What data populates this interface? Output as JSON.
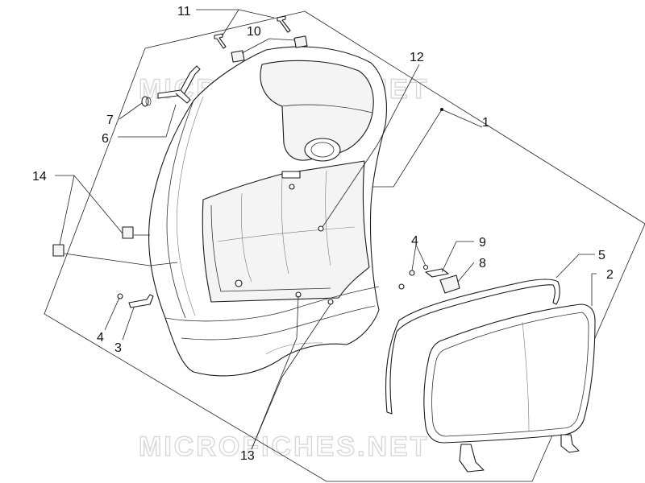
{
  "watermark": {
    "text": "MICROFICHES.NET"
  },
  "callouts": [
    {
      "id": "1",
      "label": "1"
    },
    {
      "id": "2",
      "label": "2"
    },
    {
      "id": "3",
      "label": "3"
    },
    {
      "id": "4a",
      "label": "4"
    },
    {
      "id": "4b",
      "label": "4"
    },
    {
      "id": "5",
      "label": "5"
    },
    {
      "id": "6",
      "label": "6"
    },
    {
      "id": "7",
      "label": "7"
    },
    {
      "id": "8",
      "label": "8"
    },
    {
      "id": "9",
      "label": "9"
    },
    {
      "id": "10",
      "label": "10"
    },
    {
      "id": "11",
      "label": "11"
    },
    {
      "id": "12",
      "label": "12"
    },
    {
      "id": "13",
      "label": "13"
    },
    {
      "id": "14",
      "label": "14"
    }
  ]
}
